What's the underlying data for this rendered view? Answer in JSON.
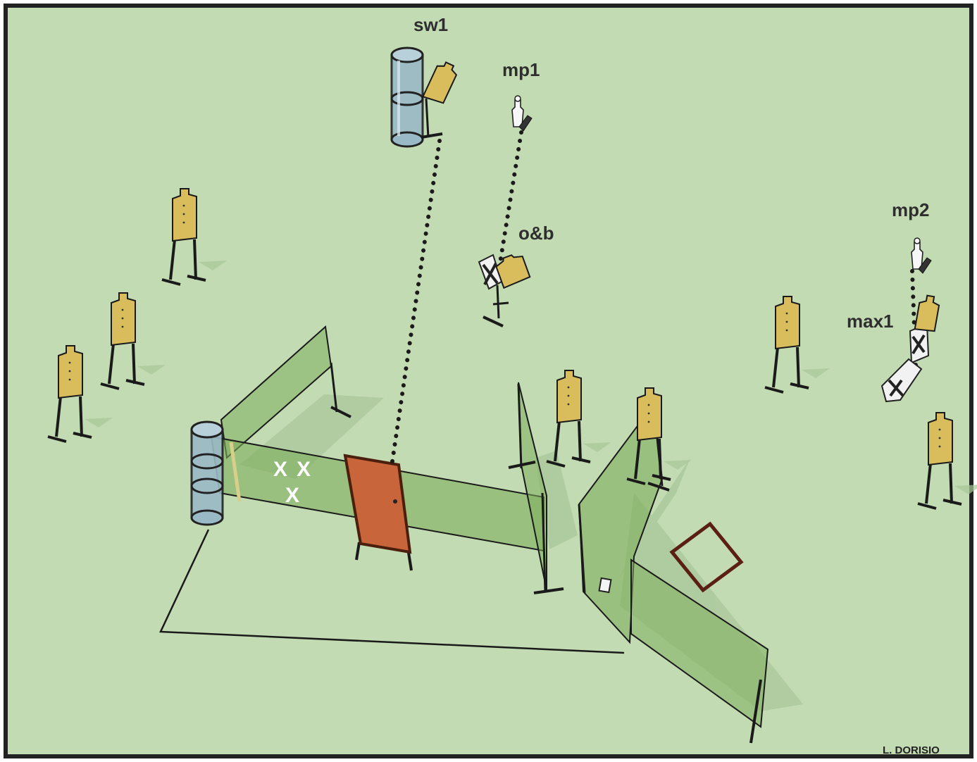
{
  "diagram": {
    "colors": {
      "background": "#c2dbb3",
      "border": "#222222",
      "target": "#d9bd5c",
      "wall": "#7fae5c",
      "door": "#c9653a",
      "barrel": "#9ab9c6",
      "no_shoot": "#f2f2f2"
    },
    "labels": {
      "sw1": "sw1",
      "mp1": "mp1",
      "ob": "o&b",
      "mp2": "mp2",
      "max1": "max1"
    },
    "start_marks": [
      "X",
      "X",
      "X"
    ],
    "credit": "L. DORISIO",
    "icons": {
      "target": "cardboard-target-icon",
      "barrel": "barrel-icon",
      "door": "door-icon",
      "popper": "popper-icon",
      "no_shoot": "no-shoot-icon",
      "shooting_box": "shooting-box-icon"
    }
  }
}
